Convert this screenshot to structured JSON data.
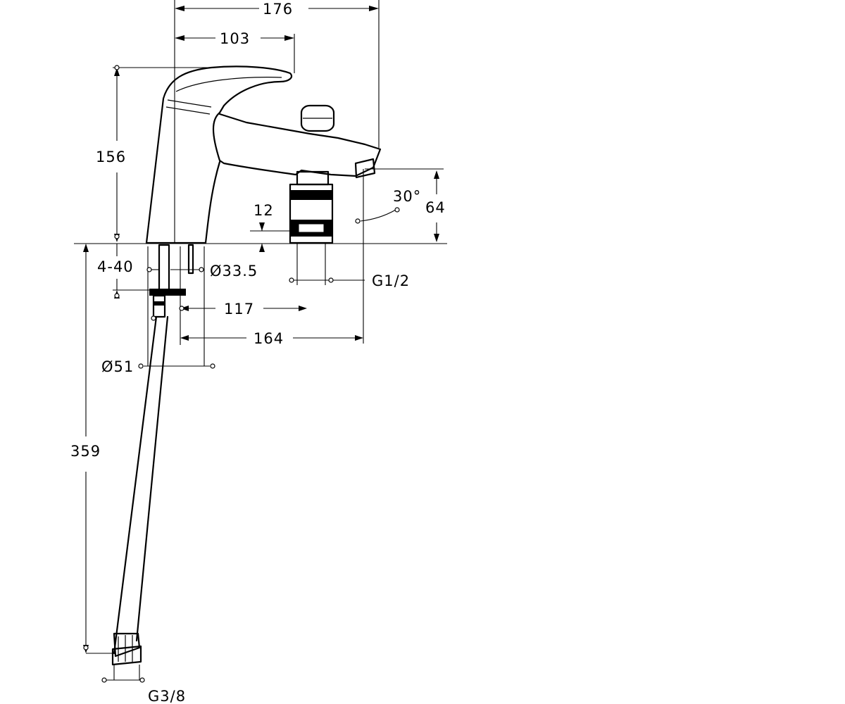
{
  "dimensions": {
    "total_width": "176",
    "handle_width": "103",
    "height": "156",
    "thread_size": "12",
    "spout_angle": "30°",
    "spout_height": "64",
    "deck_thickness": "4-40",
    "shank_diameter": "Ø33.5",
    "outlet_thread": "G1/2",
    "outlet_distance": "117",
    "spout_reach": "164",
    "base_diameter": "Ø51",
    "hose_length": "359",
    "hose_thread": "G3/8"
  }
}
